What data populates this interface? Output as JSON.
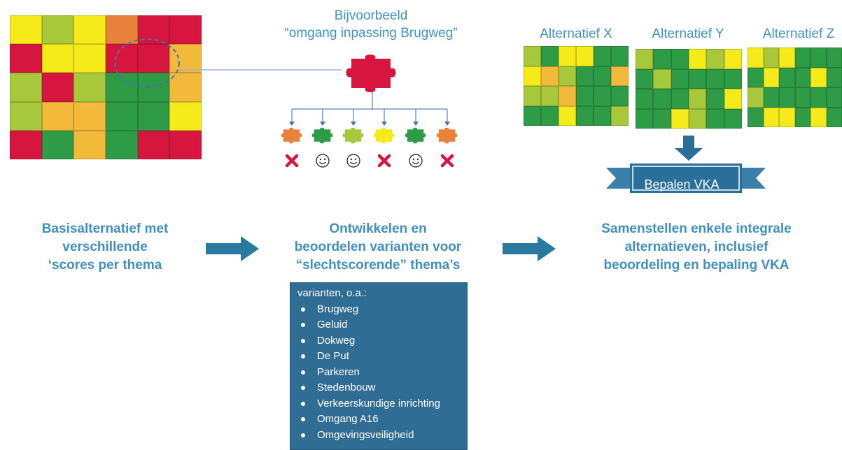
{
  "example": {
    "line1": "Bijvoorbeeld",
    "line2": "“omgang inpassing Brugweg”"
  },
  "alternatives": {
    "x": "Alternatief X",
    "y": "Alternatief Y",
    "z": "Alternatief Z"
  },
  "banner": {
    "label": "Bepalen VKA"
  },
  "steps": {
    "step1": [
      "Basisalternatief met",
      "verschillende",
      "‘scores per thema"
    ],
    "step2": [
      "Ontwikkelen en",
      "beoordelen varianten voor",
      "“slechtscorende” thema’s"
    ],
    "step3": [
      "Samenstellen enkele integrale",
      "alternatieven, inclusief",
      "beoordeling en bepaling VKA"
    ]
  },
  "variants": {
    "title": "varianten, o.a.:",
    "items": [
      "Brugweg",
      "Geluid",
      "Dokweg",
      "De Put",
      "Parkeren",
      "Stedenbouw",
      "Verkeerskundige inrichting",
      "Omgang A16",
      "Omgevingsveiligheid"
    ]
  },
  "colors": {
    "red": "#d7163f",
    "orange": "#e8823a",
    "yellow": "#f5ea1a",
    "lightgreen": "#a7c83a",
    "green": "#2e9c47",
    "amber": "#f2b93b",
    "accent_blue": "#3f8fbf",
    "box_blue": "#2f6d95",
    "arrow_blue": "#2a7aa0"
  },
  "puzzles": {
    "basis": {
      "rows": 5,
      "cols": 6,
      "cells": [
        "yellow",
        "lightgreen",
        "yellow",
        "orange",
        "red",
        "red",
        "red",
        "yellow",
        "yellow",
        "red",
        "red",
        "amber",
        "lightgreen",
        "red",
        "lightgreen",
        "green",
        "green",
        "amber",
        "lightgreen",
        "amber",
        "amber",
        "green",
        "green",
        "yellow",
        "red",
        "green",
        "amber",
        "green",
        "red",
        "red"
      ]
    },
    "x": {
      "rows": 4,
      "cols": 6,
      "cells": [
        "lightgreen",
        "green",
        "yellow",
        "yellow",
        "green",
        "green",
        "yellow",
        "amber",
        "lightgreen",
        "green",
        "green",
        "amber",
        "lightgreen",
        "lightgreen",
        "amber",
        "green",
        "green",
        "green",
        "green",
        "green",
        "yellow",
        "green",
        "green",
        "lightgreen"
      ]
    },
    "y": {
      "rows": 4,
      "cols": 6,
      "cells": [
        "lightgreen",
        "green",
        "green",
        "yellow",
        "lightgreen",
        "yellow",
        "green",
        "lightgreen",
        "green",
        "green",
        "green",
        "green",
        "green",
        "green",
        "green",
        "lightgreen",
        "green",
        "yellow",
        "green",
        "green",
        "yellow",
        "lightgreen",
        "green",
        "green"
      ]
    },
    "z": {
      "rows": 4,
      "cols": 6,
      "cells": [
        "yellow",
        "lightgreen",
        "yellow",
        "green",
        "green",
        "green",
        "green",
        "yellow",
        "green",
        "green",
        "yellow",
        "green",
        "lightgreen",
        "green",
        "green",
        "green",
        "green",
        "green",
        "green",
        "yellow",
        "yellow",
        "green",
        "yellow",
        "green"
      ]
    }
  },
  "variant_pieces": {
    "colors": [
      "orange",
      "green",
      "lightgreen",
      "yellow",
      "green",
      "orange"
    ],
    "scores": [
      "cross",
      "smiley",
      "smiley",
      "cross",
      "smiley",
      "cross"
    ]
  }
}
